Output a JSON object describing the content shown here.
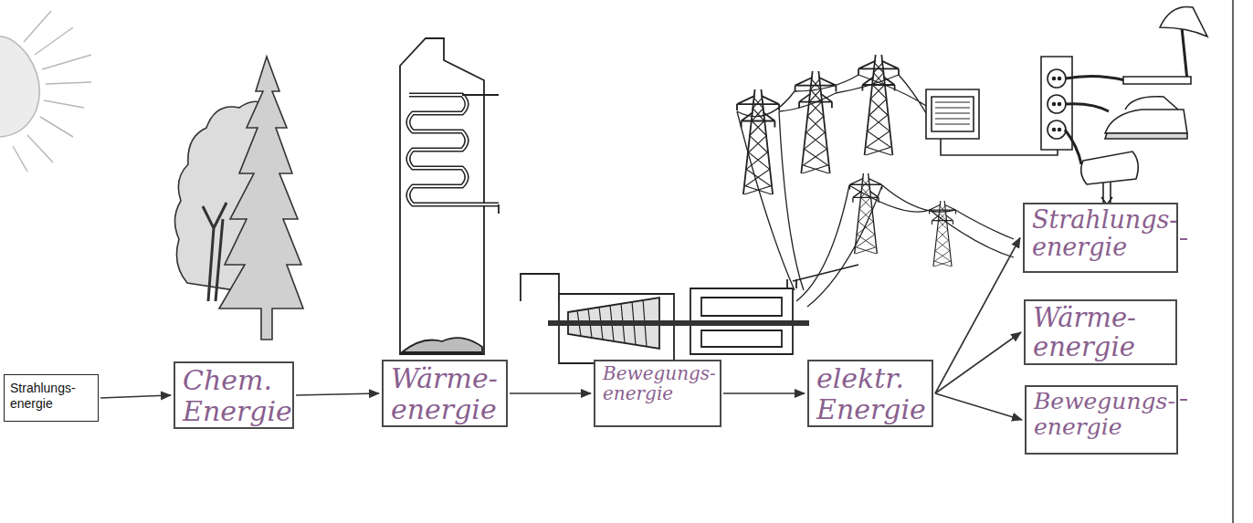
{
  "diagram": {
    "nodes": [
      {
        "text": [
          "Strahlungs- energie"
        ]
      },
      {
        "text": [
          "Chem. Energie"
        ]
      },
      {
        "text": [
          "Wärme- energie"
        ]
      },
      {
        "text": [
          "Bewegungs- energie"
        ]
      },
      {
        "text": [
          "elektr. Energie"
        ]
      },
      {
        "text": [
          "Strahlungs- energie"
        ]
      },
      {
        "text": [
          "Wärme- energie"
        ]
      },
      {
        "text": [
          "Bewegungs- energie"
        ]
      }
    ],
    "edges": [
      {
        "from": 0,
        "to": 1,
        "arrow": "to"
      },
      {
        "from": 1,
        "to": 2,
        "arrow": "to"
      },
      {
        "from": 2,
        "to": 3,
        "arrow": "to"
      },
      {
        "from": 3,
        "to": 4,
        "arrow": "to"
      },
      {
        "from": 4,
        "to": 5,
        "arrow": "to"
      },
      {
        "from": 4,
        "to": 6,
        "arrow": "to"
      },
      {
        "from": 4,
        "to": 7,
        "arrow": "to"
      }
    ]
  }
}
